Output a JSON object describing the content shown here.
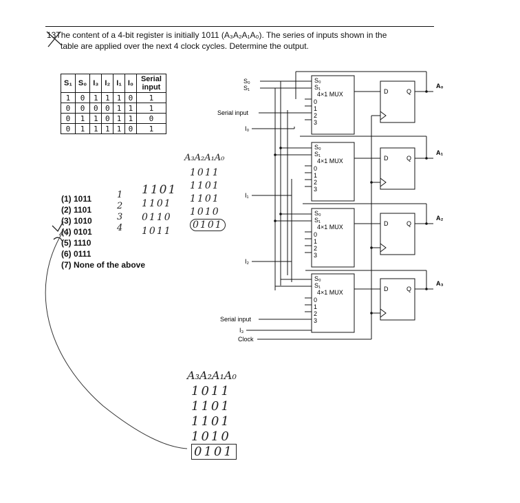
{
  "question": {
    "number": "13",
    "line1": "The content of a 4-bit register is initially 1011 (A₃A₂A₁A₀). The series of inputs shown in the",
    "line2": "table are applied over the next 4 clock cycles. Determine the output."
  },
  "table": {
    "headers": [
      "S₁",
      "S₀",
      "I₃",
      "I₂",
      "I₁",
      "I₀",
      "Serial input"
    ],
    "rows": [
      [
        "1",
        "0",
        "1",
        "1",
        "1",
        "0",
        "1"
      ],
      [
        "0",
        "0",
        "0",
        "0",
        "1",
        "1",
        "1"
      ],
      [
        "0",
        "1",
        "1",
        "0",
        "1",
        "1",
        "0"
      ],
      [
        "0",
        "1",
        "1",
        "1",
        "1",
        "0",
        "1"
      ]
    ]
  },
  "options": [
    "(1) 1011",
    "(2) 1101",
    "(3) 1010",
    "(4) 0101",
    "(5) 1110",
    "(6) 0111",
    "(7) None of the above"
  ],
  "handwriting": {
    "steps": [
      "1",
      "2",
      "3",
      "4"
    ],
    "col_a": [
      "1101",
      "1101",
      "0110",
      "1011"
    ],
    "col_b_header": "A₃A₂A₁A₀",
    "col_b": [
      "1011",
      "1101",
      "1101",
      "1010",
      "0101"
    ],
    "bottom_header": "A₃A₂A₁A₀",
    "bottom": [
      "1011",
      "1101",
      "1101",
      "1010",
      "0101"
    ]
  },
  "circuit": {
    "left_labels": {
      "s0": "S₀",
      "s1": "S₁",
      "serial_top": "Serial input",
      "i0": "I₀",
      "i1": "I₁",
      "i2": "I₂",
      "serial_bottom": "Serial input",
      "i3": "I₃",
      "clock": "Clock"
    },
    "mux_label": "4×1 MUX",
    "mux_selects": [
      "S₀",
      "S₁"
    ],
    "mux_inputs": [
      "0",
      "1",
      "2",
      "3"
    ],
    "ff_d": "D",
    "ff_q": "Q",
    "outputs": [
      "A₀",
      "A₁",
      "A₂",
      "A₃"
    ]
  }
}
